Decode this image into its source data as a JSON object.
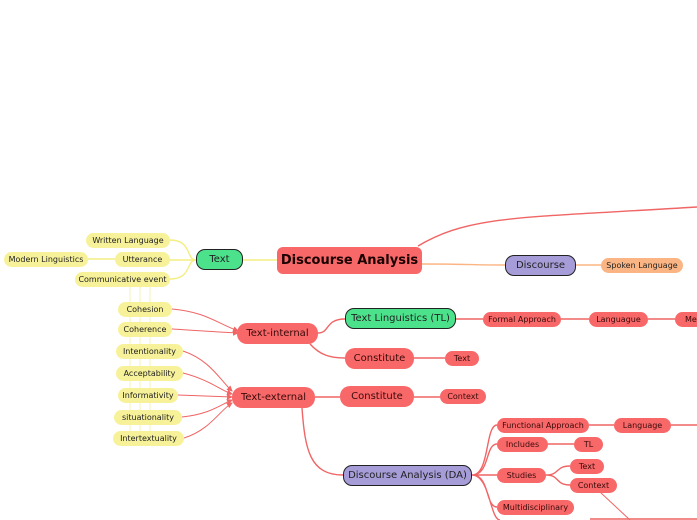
{
  "root": "Discourse Analysis",
  "text_branch": {
    "label": "Text",
    "items": [
      "Written Language",
      "Utterance",
      "Communicative event"
    ],
    "modern": "Modern Linguistics"
  },
  "discourse_branch": {
    "label": "Discourse",
    "spoken": "Spoken Language"
  },
  "standards": [
    "Cohesion",
    "Coherence",
    "Intentionality",
    "Acceptability",
    "Informativity",
    "situationality",
    "Intertextuality"
  ],
  "text_internal": {
    "label": "Text-internal",
    "tl": "Text Linguistics (TL)",
    "formal": "Formal Approach",
    "language": "Languague",
    "me": "Me",
    "constitute": "Constitute",
    "text": "Text"
  },
  "text_external": {
    "label": "Text-external",
    "constitute": "Constitute",
    "context": "Context",
    "da": "Discourse Analysis (DA)",
    "functional": "Functional Approach",
    "language": "Language",
    "includes": "Includes",
    "tl": "TL",
    "studies": "Studies",
    "studies_text": "Text",
    "studies_context": "Context",
    "multidisciplinary": "Multidisciplinary"
  }
}
